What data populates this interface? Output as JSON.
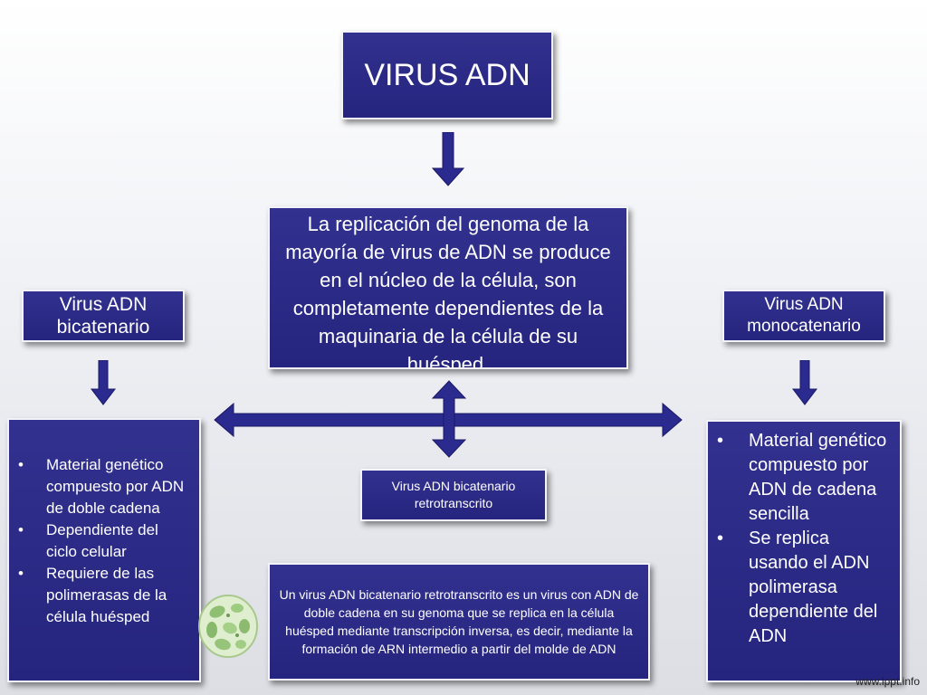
{
  "title": "VIRUS ADN",
  "replication_text": "La replicación del genoma de la mayoría de virus de ADN se produce en el núcleo de la célula, son completamente dependientes de la maquinaria de la célula de su huésped.",
  "branches": {
    "left": {
      "label": "Virus ADN bicatenario",
      "items": [
        "Material genético compuesto por ADN  de doble cadena",
        "Dependiente del ciclo celular",
        "Requiere de las polimerasas de la célula huésped"
      ]
    },
    "right": {
      "label": "Virus ADN monocatenario",
      "items": [
        "Material genético compuesto por ADN  de cadena sencilla",
        "Se replica usando el ADN polimerasa dependiente del ADN"
      ]
    },
    "center": {
      "label": "Virus ADN bicatenario retrotranscrito",
      "description": "Un virus ADN bicatenario retrotranscrito es un virus con ADN de doble cadena en su genoma que se replica en la célula huésped mediante transcripción inversa, es decir, mediante la formación de ARN intermedio a partir del molde de ADN"
    }
  },
  "bullet_symbol": "•",
  "footer": "www.lppt.info",
  "colors": {
    "box_fill": "#2b2a86",
    "box_border": "#f2f2f8",
    "arrow_fill": "#2b2a8e",
    "text": "#ffffff"
  }
}
